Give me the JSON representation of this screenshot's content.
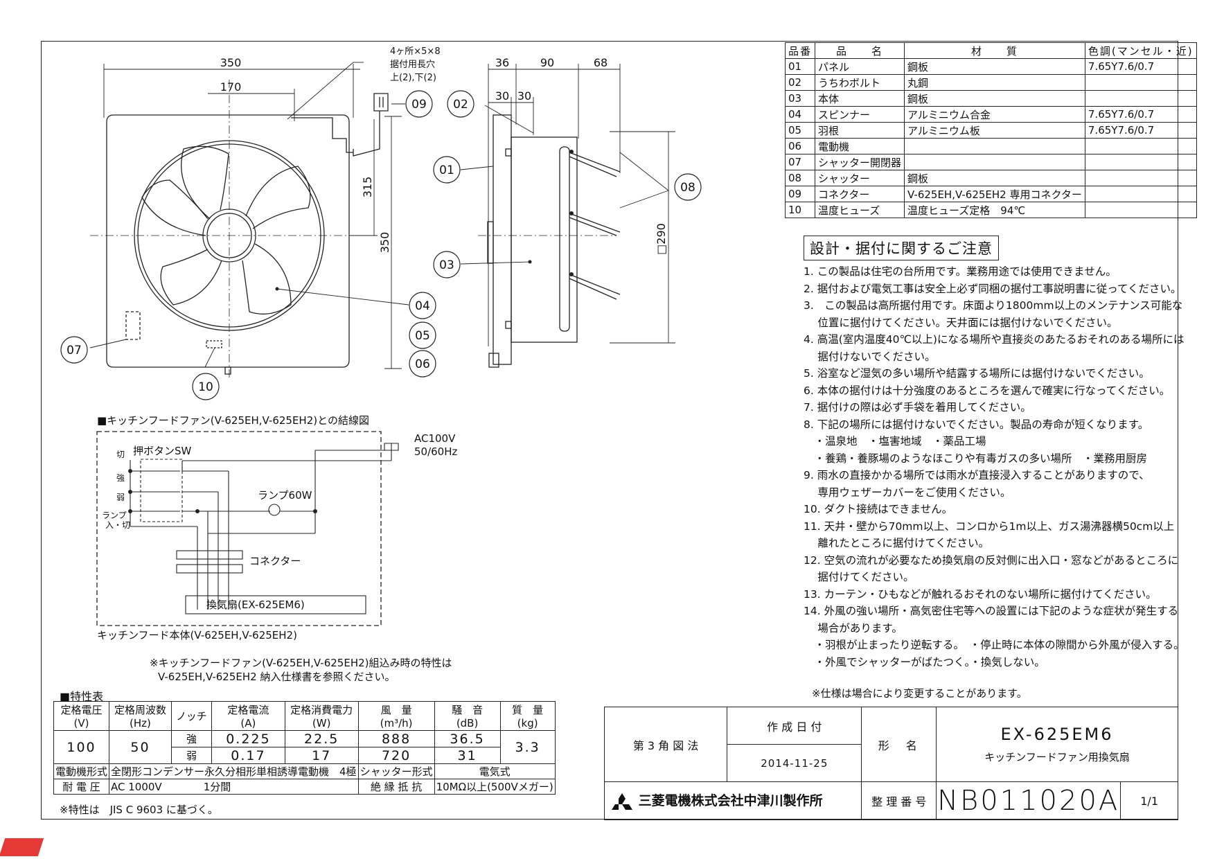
{
  "dims": {
    "w350": "350",
    "w170": "170",
    "hole_note1": "4ヶ所×5×8",
    "hole_note2": "据付用長穴",
    "hole_note3": "上(2),下(2)",
    "d315": "315",
    "d350": "350",
    "d36": "36",
    "d90": "90",
    "d68": "68",
    "d30a": "30",
    "d30b": "30",
    "d290": "□290"
  },
  "callouts": [
    "01",
    "02",
    "03",
    "04",
    "05",
    "06",
    "07",
    "08",
    "09",
    "10"
  ],
  "parts": {
    "headers": [
      "品番",
      "品　　名",
      "材　　質",
      "色調(マンセル・近)"
    ],
    "rows": [
      [
        "01",
        "パネル",
        "鋼板",
        "7.65Y7.6/0.7"
      ],
      [
        "02",
        "うちわボルト",
        "丸鋼",
        ""
      ],
      [
        "03",
        "本体",
        "鋼板",
        ""
      ],
      [
        "04",
        "スピンナー",
        "アルミニウム合金",
        "7.65Y7.6/0.7"
      ],
      [
        "05",
        "羽根",
        "アルミニウム板",
        "7.65Y7.6/0.7"
      ],
      [
        "06",
        "電動機",
        "",
        ""
      ],
      [
        "07",
        "シャッター開閉器",
        "",
        ""
      ],
      [
        "08",
        "シャッター",
        "鋼板",
        ""
      ],
      [
        "09",
        "コネクター",
        "V-625EH,V-625EH2 専用コネクター",
        ""
      ],
      [
        "10",
        "温度ヒューズ",
        "温度ヒューズ定格　94℃",
        ""
      ]
    ]
  },
  "notes": {
    "title": "設計・据付に関するご注意",
    "items": [
      "1. この製品は住宅の台所用です。業務用途では使用できません。",
      "2. 据付および電気工事は安全上必ず同梱の据付工事説明書に従ってください。",
      "3.　この製品は高所据付用です。床面より1800mm以上のメンテナンス可能な",
      "　 位置に据付けてください。天井面には据付けないでください。",
      "4. 高温(室内温度40℃以上)になる場所や直接炎のあたるおそれのある場所には",
      "　 据付けないでください。",
      "5. 浴室など湿気の多い場所や結露する場所には据付けないでください。",
      "6. 本体の据付けは十分強度のあるところを選んで確実に行なってください。",
      "7. 据付けの際は必ず手袋を着用してください。",
      "8. 下記の場所には据付けないでください。製品の寿命が短くなります。",
      "　・温泉地　・塩害地域　・薬品工場",
      "　・養鶏・養豚場のようなほこりや有毒ガスの多い場所　・業務用厨房",
      "9. 雨水の直接かかる場所では雨水が直接浸入することがありますので、",
      "　 専用ウェザーカバーをご使用ください。",
      "10. ダクト接続はできません。",
      "11. 天井・壁から70mm以上、コンロから1m以上、ガス湯沸器横50cm以上",
      "　 離れたところに据付けてください。",
      "12. 空気の流れが必要なため換気扇の反対側に出入口・窓などがあるところに",
      "　 据付けてください。",
      "13. カーテン・ひもなどが触れるおそれのない場所に据付けてください。",
      "14. 外風の強い場所・高気密住宅等への設置には下記のような症状が発生する",
      "　 場合があります。",
      "　・羽根が止まったり逆転する。　・停止時に本体の隙間から外風が侵入する。",
      "　・外風でシャッターがばたつく。・換気しない。"
    ],
    "footer": "※仕様は場合により変更することがあります。"
  },
  "wiring": {
    "title": "■キッチンフードファン(V-625EH,V-625EH2)との結線図",
    "power": "AC100V",
    "freq": "50/60Hz",
    "switch": "押ボタンSW",
    "kiri": "切",
    "kyo": "強",
    "jaku": "弱",
    "lamp_sw": "ランプ",
    "lamp_sw2": "入・切",
    "lamp": "ランプ60W",
    "connector": "コネクター",
    "fan": "換気扇(EX-625EM6)",
    "hood": "キッチンフード本体(V-625EH,V-625EH2)",
    "note1": "※キッチンフードファン(V-625EH,V-625EH2)組込み時の特性は",
    "note2": "V-625EH,V-625EH2 納入仕様書を参照ください。"
  },
  "spec": {
    "title": "■特性表",
    "h_voltage": "定格電圧",
    "h_voltage_u": "(V)",
    "h_freq": "定格周波数",
    "h_freq_u": "(Hz)",
    "h_notch": "ノッチ",
    "h_current": "定格電流",
    "h_current_u": "(A)",
    "h_power": "定格消費電力",
    "h_power_u": "(W)",
    "h_air": "風　量",
    "h_air_u": "(m³/h)",
    "h_noise": "騒　音",
    "h_noise_u": "(dB)",
    "h_mass": "質　量",
    "h_mass_u": "(kg)",
    "voltage": "100",
    "freq": "50",
    "mass": "3.3",
    "strong": {
      "notch": "強",
      "current": "0.225",
      "power": "22.5",
      "air": "888",
      "noise": "36.5"
    },
    "weak": {
      "notch": "弱",
      "current": "0.17",
      "power": "17",
      "air": "720",
      "noise": "31"
    },
    "motor_label": "電動機形式",
    "motor": "全閉形コンデンサー永久分相形単相誘導電動機　4極",
    "shutter_label": "シャッター形式",
    "shutter": "電気式",
    "withstand_label": "耐 電 圧",
    "withstand": "AC 1000V　　　　1分間",
    "insulation_label": "絶 縁 抵 抗",
    "insulation": "10MΩ以上(500Vメガー)",
    "footnote": "※特性は　JIS C 9603 に基づく。"
  },
  "titleblock": {
    "projection": "第 3 角 図 法",
    "date_label": "作 成 日 付",
    "date": "2014-11-25",
    "name_label": "形　名",
    "model": "EX-625EM6",
    "desc": "キッチンフードファン用換気扇",
    "company": "三菱電機株式会社中津川製作所",
    "ref_label": "整 理 番 号",
    "ref": "NB011020A",
    "page": "1/1"
  }
}
